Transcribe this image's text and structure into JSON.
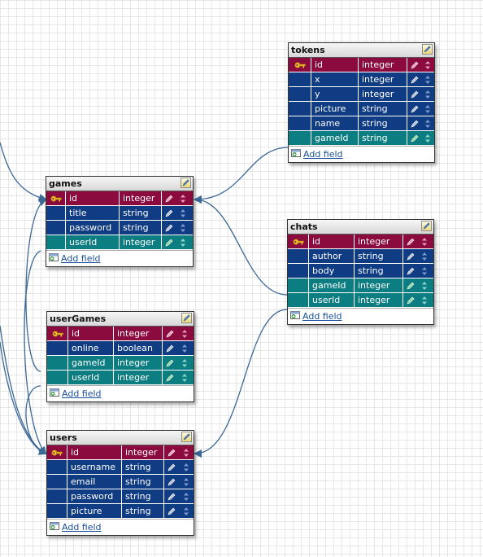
{
  "add_field_label": "Add field",
  "colors": {
    "pk_row": "#8b0b3e",
    "field_row": "#0f3c82",
    "fk_row": "#0c7d80",
    "link": "#3c6896"
  },
  "icons": [
    "key-icon",
    "pencil-icon",
    "sort-arrows-icon",
    "table-edit-icon",
    "add-field-icon"
  ],
  "tables": {
    "tokens": {
      "name": "tokens",
      "fields": [
        {
          "name": "id",
          "type": "integer",
          "kind": "pk"
        },
        {
          "name": "x",
          "type": "integer",
          "kind": "field"
        },
        {
          "name": "y",
          "type": "integer",
          "kind": "field"
        },
        {
          "name": "picture",
          "type": "string",
          "kind": "field"
        },
        {
          "name": "name",
          "type": "string",
          "kind": "field"
        },
        {
          "name": "gameId",
          "type": "string",
          "kind": "fk"
        }
      ]
    },
    "games": {
      "name": "games",
      "fields": [
        {
          "name": "id",
          "type": "integer",
          "kind": "pk"
        },
        {
          "name": "title",
          "type": "string",
          "kind": "field"
        },
        {
          "name": "password",
          "type": "string",
          "kind": "field"
        },
        {
          "name": "userId",
          "type": "integer",
          "kind": "fk"
        }
      ]
    },
    "chats": {
      "name": "chats",
      "fields": [
        {
          "name": "id",
          "type": "integer",
          "kind": "pk"
        },
        {
          "name": "author",
          "type": "string",
          "kind": "field"
        },
        {
          "name": "body",
          "type": "string",
          "kind": "field"
        },
        {
          "name": "gameId",
          "type": "integer",
          "kind": "fk"
        },
        {
          "name": "userId",
          "type": "integer",
          "kind": "fk"
        }
      ]
    },
    "userGames": {
      "name": "userGames",
      "fields": [
        {
          "name": "id",
          "type": "integer",
          "kind": "pk"
        },
        {
          "name": "online",
          "type": "boolean",
          "kind": "field"
        },
        {
          "name": "gameId",
          "type": "integer",
          "kind": "fk"
        },
        {
          "name": "userId",
          "type": "integer",
          "kind": "fk"
        }
      ]
    },
    "users": {
      "name": "users",
      "fields": [
        {
          "name": "id",
          "type": "integer",
          "kind": "pk"
        },
        {
          "name": "username",
          "type": "string",
          "kind": "field"
        },
        {
          "name": "email",
          "type": "string",
          "kind": "field"
        },
        {
          "name": "password",
          "type": "string",
          "kind": "field"
        },
        {
          "name": "picture",
          "type": "string",
          "kind": "field"
        }
      ]
    }
  },
  "relations": [
    {
      "from": "tokens.gameId",
      "to": "games.id"
    },
    {
      "from": "chats.gameId",
      "to": "games.id"
    },
    {
      "from": "chats.userId",
      "to": "users.id"
    },
    {
      "from": "games.userId",
      "to": "users.id"
    },
    {
      "from": "userGames.gameId",
      "to": "games.id"
    },
    {
      "from": "userGames.userId",
      "to": "users.id"
    }
  ]
}
